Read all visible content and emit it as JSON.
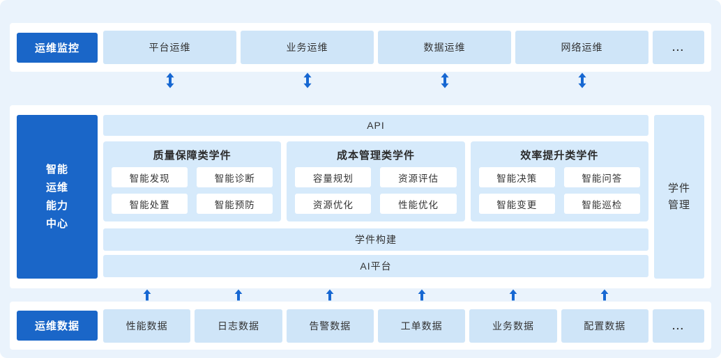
{
  "colors": {
    "background": "#eaf3fc",
    "band_white": "#ffffff",
    "accent_blue": "#1a66c8",
    "arrow_blue": "#1667d2",
    "row_box_blue": "#cfe5f8",
    "panel_blue": "#d6eafb",
    "text_dark": "#333333"
  },
  "top": {
    "label": "运维监控",
    "boxes": [
      "平台运维",
      "业务运维",
      "数据运维",
      "网络运维"
    ],
    "more": "..."
  },
  "middle": {
    "label_lines": [
      "智能",
      "运维",
      "能力",
      "中心"
    ],
    "api_label": "API",
    "groups": [
      {
        "title": "质量保障类学件",
        "items": [
          "智能发现",
          "智能诊断",
          "智能处置",
          "智能预防"
        ]
      },
      {
        "title": "成本管理类学件",
        "items": [
          "容量规划",
          "资源评估",
          "资源优化",
          "性能优化"
        ]
      },
      {
        "title": "效率提升类学件",
        "items": [
          "智能决策",
          "智能问答",
          "智能变更",
          "智能巡检"
        ]
      }
    ],
    "builder_label": "学件构建",
    "ai_label": "AI平台",
    "manager_label": "学件管理"
  },
  "bottom": {
    "label": "运维数据",
    "boxes": [
      "性能数据",
      "日志数据",
      "告警数据",
      "工单数据",
      "业务数据",
      "配置数据"
    ],
    "more": "..."
  }
}
